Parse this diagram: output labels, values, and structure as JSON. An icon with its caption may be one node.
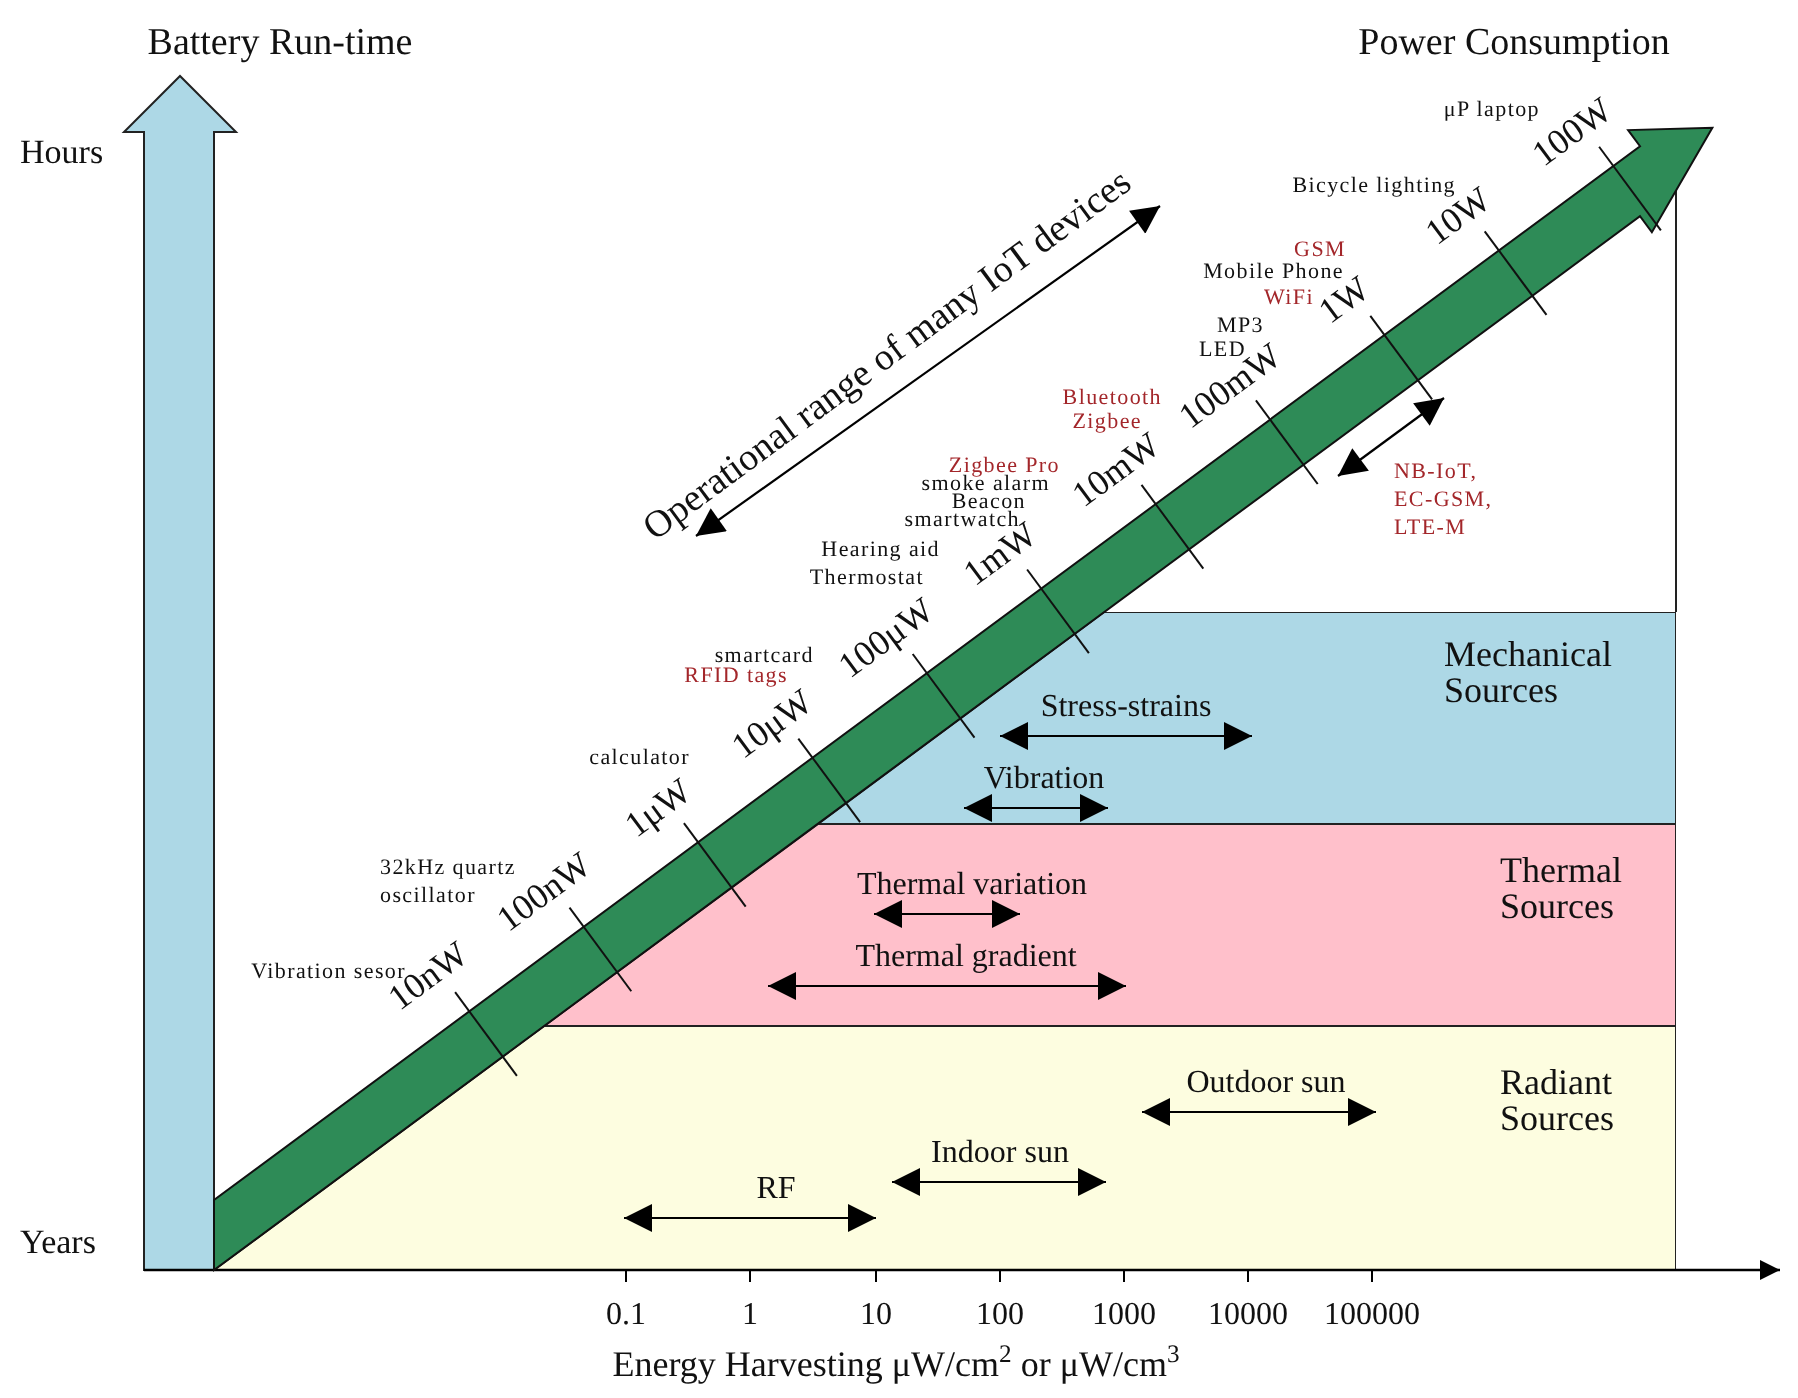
{
  "diagram": {
    "nodes": [
      {
        "text": [
          "Mechanical Sources"
        ]
      },
      {
        "text": [
          "Thermal Sources"
        ]
      },
      {
        "text": [
          "Radiant Sources"
        ]
      }
    ],
    "labels": [
      "Battery Run-time",
      "Power Consumption",
      "Hours",
      "μP laptop",
      "100W",
      "Bicycle lighting",
      "10W",
      "Operational range of many IoT devices",
      "GSM",
      "Mobile Phone",
      "WiFi",
      "1W",
      "MP3",
      "LED",
      "100mW",
      "Bluetooth",
      "Zigbee",
      "10mW",
      "Zigbee Pro",
      "smoke alarm",
      "Beacon",
      "smartwatch",
      "1mW",
      "NB-IoT, EC-GSM, LTE-M",
      "Hearing aid",
      "Thermostat",
      "100μW",
      "smartcard",
      "RFID tags",
      "10μW",
      "Stress-strains",
      "calculator",
      "1μW",
      "Vibration",
      "32kHz quartz oscillator",
      "100nW",
      "Thermal variation",
      "Thermal gradient",
      "Vibration sesor",
      "10nW",
      "Outdoor sun",
      "Indoor sun",
      "RF",
      "Years",
      "0.1",
      "1",
      "10",
      "100",
      "1000",
      "10000",
      "100000",
      "Energy Harvesting μW/cm$^{2}$ or μW/cm$^{3}$"
    ]
  }
}
